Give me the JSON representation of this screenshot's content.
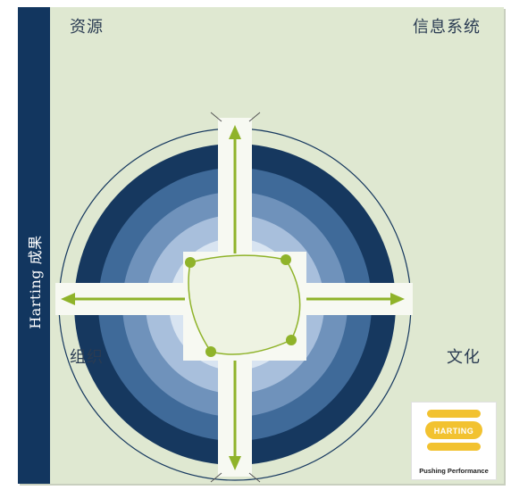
{
  "sidebar": {
    "label": "Harting 成果"
  },
  "corners": {
    "top_left": "资源",
    "top_right": "信息系统",
    "bottom_left": "组织",
    "bottom_right": "文化"
  },
  "logo": {
    "word": "HARTING",
    "tagline": "Pushing Performance"
  },
  "colors": {
    "background": "#dfe8d1",
    "sidebar": "#12365f",
    "ring_dark": "#16385f",
    "ring_mid": "#3f6a99",
    "ring_light": "#6f92bb",
    "ring_pale": "#a8bfdc",
    "arrow": "#8fb32a",
    "logo_yellow": "#f2c230"
  }
}
